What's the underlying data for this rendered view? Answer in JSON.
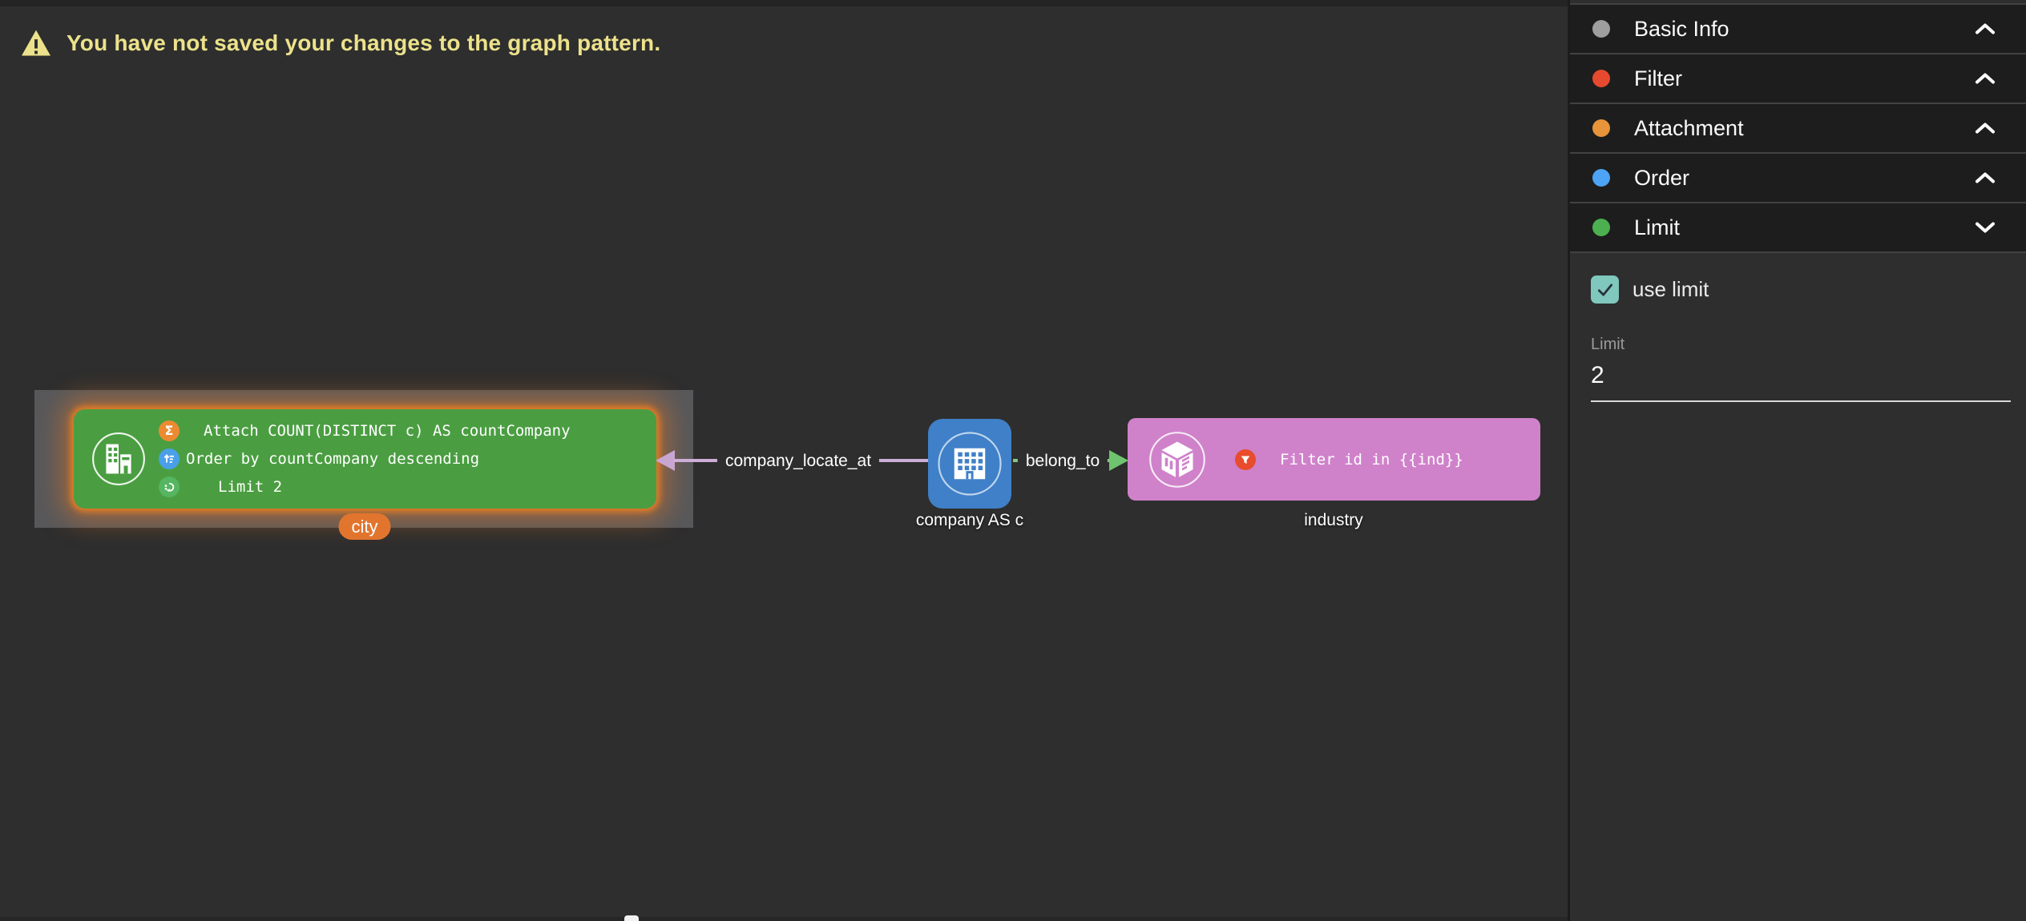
{
  "warning": {
    "text": "You have not saved your changes to the graph pattern.",
    "color": "#ece28b"
  },
  "canvas": {
    "background": "#2e2e2e",
    "nodes": {
      "city": {
        "tag": "city",
        "tag_color": "#e2752e",
        "node_color": "#4a9e41",
        "glow_color": "#e67e22",
        "selected": true,
        "attachments": [
          {
            "icon": "sigma-badge",
            "glyph": "Σ",
            "badge_color": "#ec8a31",
            "text": "Attach COUNT(DISTINCT c) AS countCompany"
          },
          {
            "icon": "sort-badge",
            "glyph": "",
            "badge_color": "#4aa0e8",
            "text": "Order by countCompany descending"
          },
          {
            "icon": "limit-badge",
            "glyph": "",
            "badge_color": "#55b560",
            "text": "Limit 2"
          }
        ]
      },
      "company": {
        "caption": "company AS c",
        "node_color": "#3f80c8"
      },
      "industry": {
        "caption": "industry",
        "node_color": "#cf82ca",
        "attachments": [
          {
            "icon": "filter-badge",
            "glyph": "",
            "badge_color": "#e84c2c",
            "text": "Filter id in {{ind}}"
          }
        ]
      }
    },
    "edges": [
      {
        "label": "company_locate_at",
        "line_color": "#cdaed8",
        "arrow_color": "#c7a6d2",
        "direction": "left"
      },
      {
        "label": "belong_to",
        "line_color": "#85c785",
        "arrow_color": "#6fc46f",
        "direction": "right"
      }
    ]
  },
  "sidebar": {
    "sections": [
      {
        "label": "Basic Info",
        "color": "#9e9e9e",
        "chevron": "up"
      },
      {
        "label": "Filter",
        "color": "#e64a2e",
        "chevron": "up"
      },
      {
        "label": "Attachment",
        "color": "#e8943a",
        "chevron": "up"
      },
      {
        "label": "Order",
        "color": "#4da3f5",
        "chevron": "up"
      },
      {
        "label": "Limit",
        "color": "#4cb050",
        "chevron": "down"
      }
    ],
    "limit_panel": {
      "checkbox_label": "use limit",
      "checkbox_checked": true,
      "checkbox_color": "#80c7bd",
      "field_label": "Limit",
      "field_value": "2"
    }
  }
}
